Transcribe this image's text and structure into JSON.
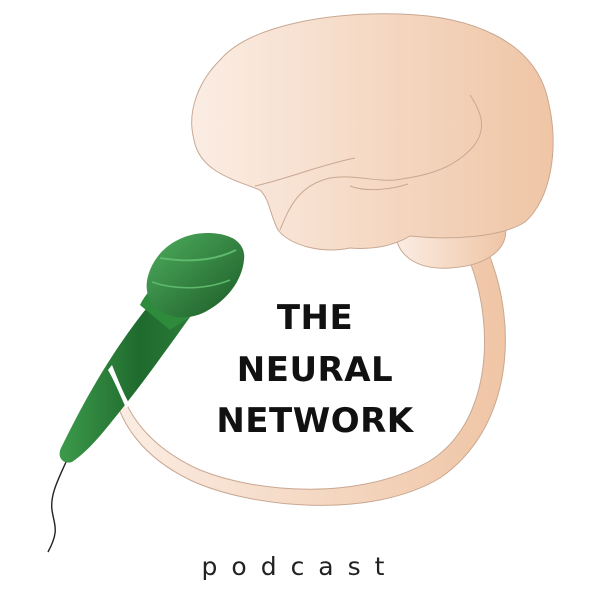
{
  "logo": {
    "title_lines": [
      "THE",
      "NEURAL",
      "NETWORK"
    ],
    "tagline": "podcast",
    "icons": [
      "brain-icon",
      "microphone-icon"
    ],
    "colors": {
      "brain_light": "#FBEDE4",
      "brain_dark": "#EFC5A5",
      "microphone_green": "#2F8A3E",
      "microphone_dark": "#1E5A28",
      "text": "#111111"
    }
  }
}
